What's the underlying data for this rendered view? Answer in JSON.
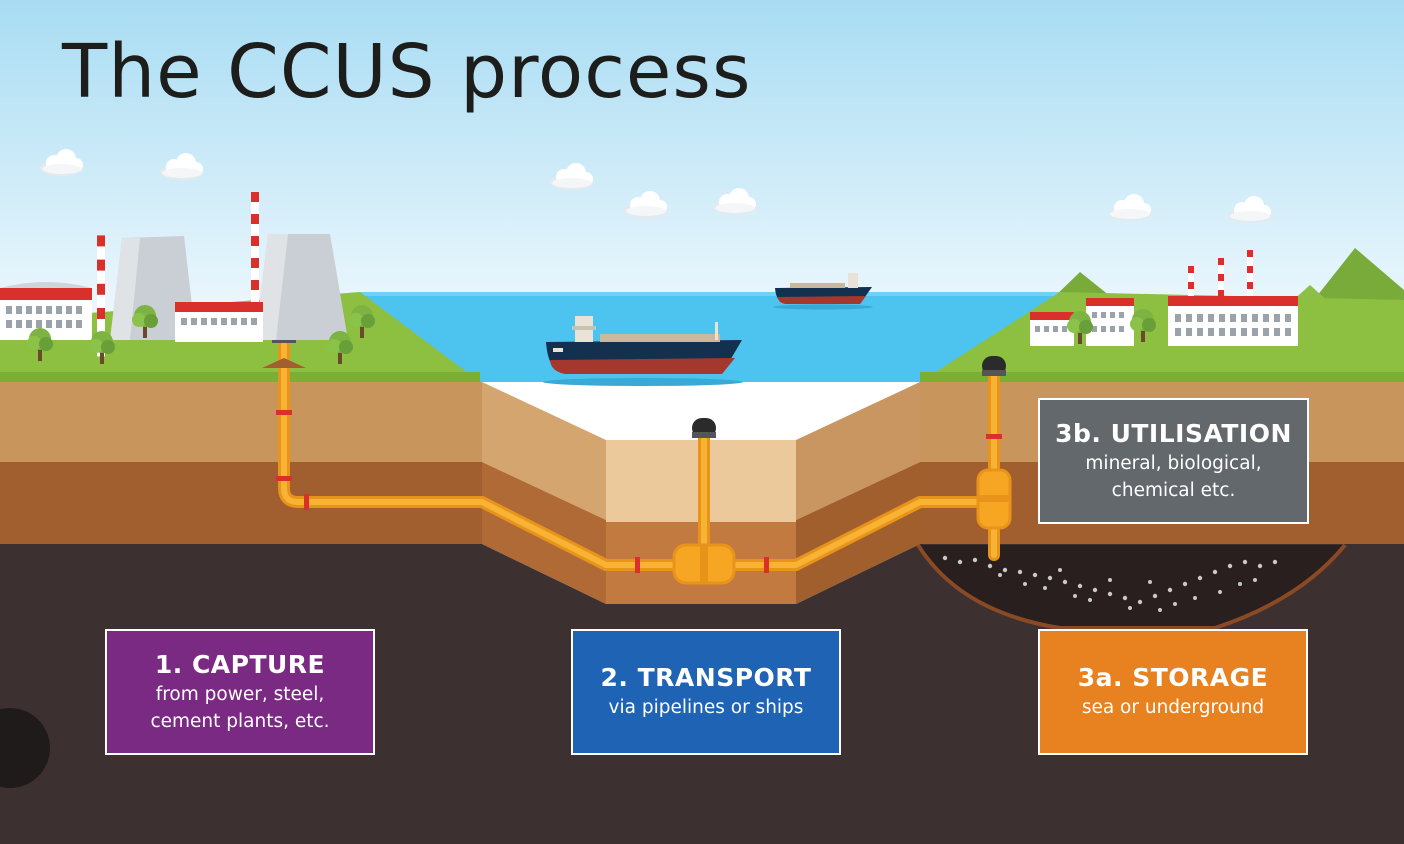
{
  "title": "The CCUS process",
  "colors": {
    "sky_top": "#a9dcf2",
    "sky_bottom": "#eaf6fc",
    "sea": "#4cc4ef",
    "grass": "#8dc040",
    "soil_top": "#c8955c",
    "soil_mid": "#a15f2f",
    "rock": "#3d3031",
    "pipe": "#f6a623",
    "capture": "#7b2a84",
    "transport": "#1f63b4",
    "storage": "#e8811f",
    "utilisation": "#63686d"
  },
  "steps": {
    "capture": {
      "heading": "1. CAPTURE",
      "detail": "from power, steel,\ncement plants, etc."
    },
    "transport": {
      "heading": "2. TRANSPORT",
      "detail": "via pipelines or ships"
    },
    "storage": {
      "heading": "3a. STORAGE",
      "detail": "sea or underground"
    },
    "utilisation": {
      "heading": "3b. UTILISATION",
      "detail": "mineral, biological,\nchemical etc."
    }
  }
}
